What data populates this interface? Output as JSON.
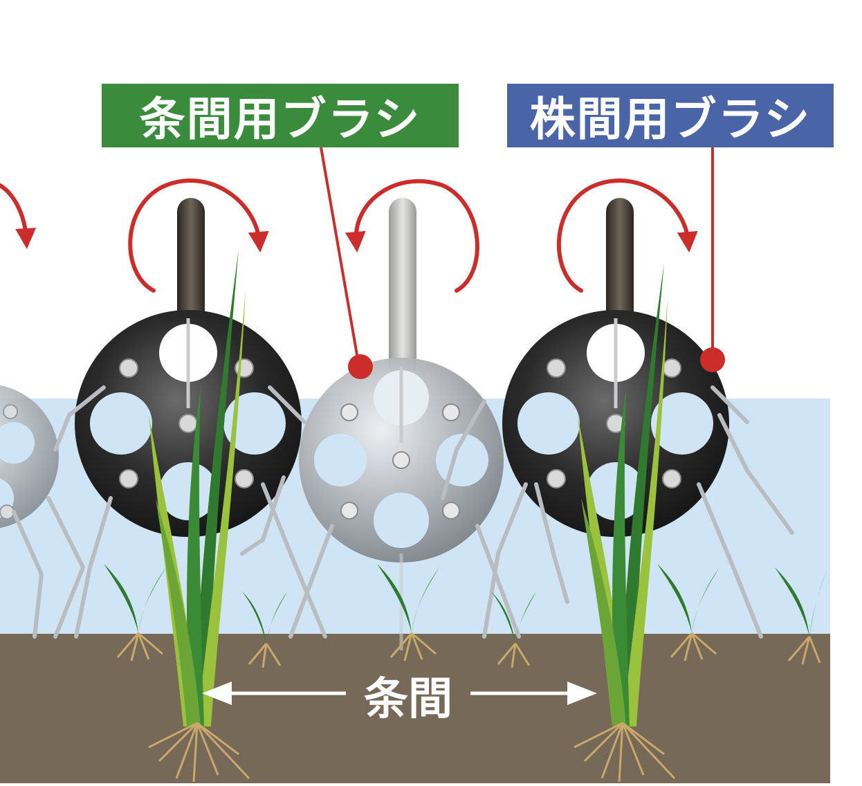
{
  "labels": {
    "row_brush": "条間用ブラシ",
    "hill_brush": "株間用ブラシ",
    "row_spacing": "条間"
  },
  "colors": {
    "row_brush_box": "#3a8b3c",
    "hill_brush_box": "#4a64a8",
    "water": "#cfe5f5",
    "soil": "#766958",
    "rotation_arrow": "#cc2d2a",
    "leader_line": "#cc2d2a",
    "dark_disc": "#2b2b2b",
    "light_disc": "#a9adb1",
    "leaf_dark": "#2f7a2e",
    "leaf_light": "#9bc23c"
  },
  "icons": [
    "rotation-arrow-icon",
    "brush-disc-icon",
    "rice-plant-icon",
    "seedling-icon",
    "double-arrow-icon"
  ]
}
